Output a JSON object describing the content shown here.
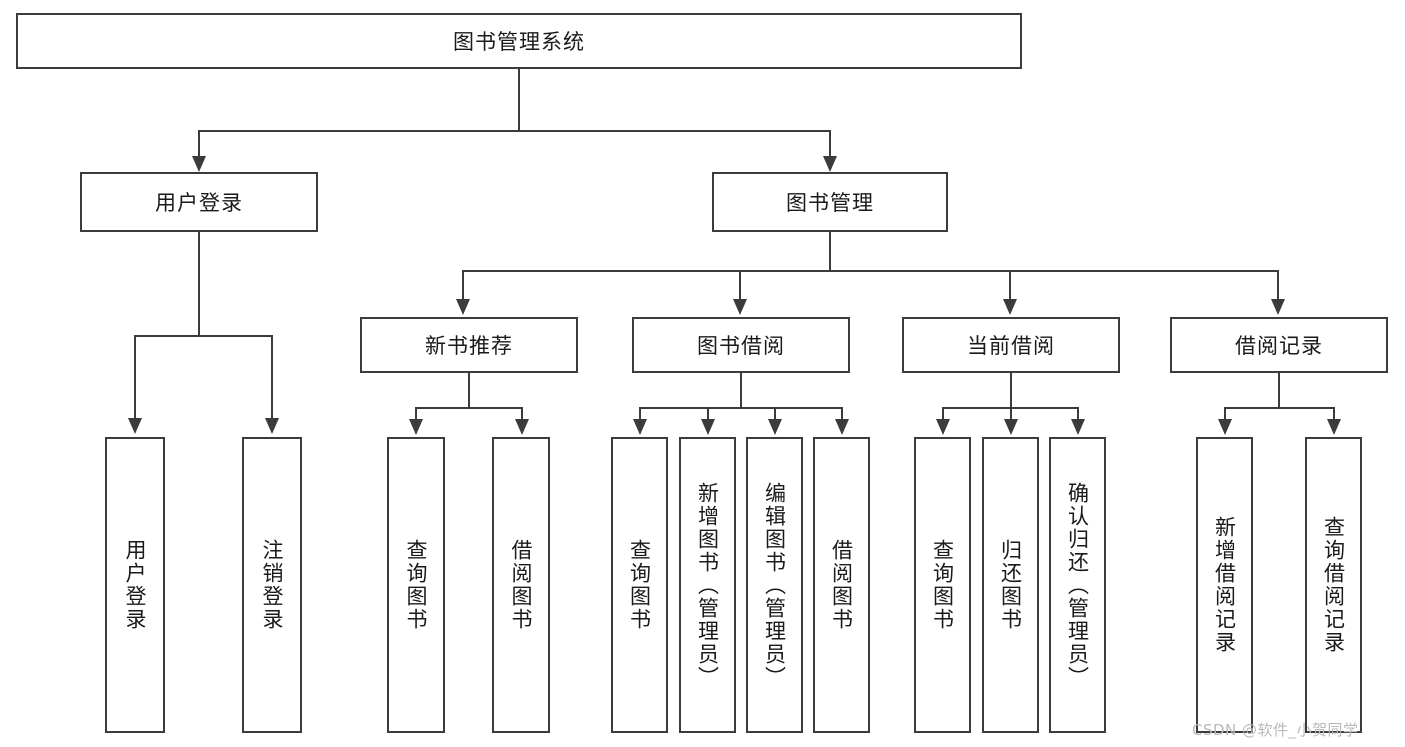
{
  "diagram": {
    "type": "tree",
    "title": "图书管理系统",
    "root": {
      "id": "root",
      "label": "图书管理系统"
    },
    "level2": [
      {
        "id": "user-login",
        "label": "用户登录"
      },
      {
        "id": "book-manage",
        "label": "图书管理"
      }
    ],
    "level3": [
      {
        "id": "new-book-recommend",
        "label": "新书推荐"
      },
      {
        "id": "book-borrow",
        "label": "图书借阅"
      },
      {
        "id": "current-borrow",
        "label": "当前借阅"
      },
      {
        "id": "borrow-record",
        "label": "借阅记录"
      }
    ],
    "leaves": [
      {
        "id": "leaf-user-login",
        "label": "用户登录"
      },
      {
        "id": "leaf-logout",
        "label": "注销登录"
      },
      {
        "id": "leaf-query-book-1",
        "label": "查询图书"
      },
      {
        "id": "leaf-borrow-book-1",
        "label": "借阅图书"
      },
      {
        "id": "leaf-query-book-2",
        "label": "查询图书"
      },
      {
        "id": "leaf-add-book",
        "label": "新增图书（管理员）"
      },
      {
        "id": "leaf-edit-book",
        "label": "编辑图书（管理员）"
      },
      {
        "id": "leaf-borrow-book-2",
        "label": "借阅图书"
      },
      {
        "id": "leaf-query-book-3",
        "label": "查询图书"
      },
      {
        "id": "leaf-return-book",
        "label": "归还图书"
      },
      {
        "id": "leaf-confirm-return",
        "label": "确认归还（管理员）"
      },
      {
        "id": "leaf-add-record",
        "label": "新增借阅记录"
      },
      {
        "id": "leaf-query-record",
        "label": "查询借阅记录"
      }
    ],
    "colors": {
      "stroke": "#3b3b3b",
      "fill": "#ffffff",
      "text": "#1a1a1a",
      "watermark": "#b9b9b9"
    }
  },
  "watermark": {
    "text": "CSDN @软件_小贺同学"
  }
}
